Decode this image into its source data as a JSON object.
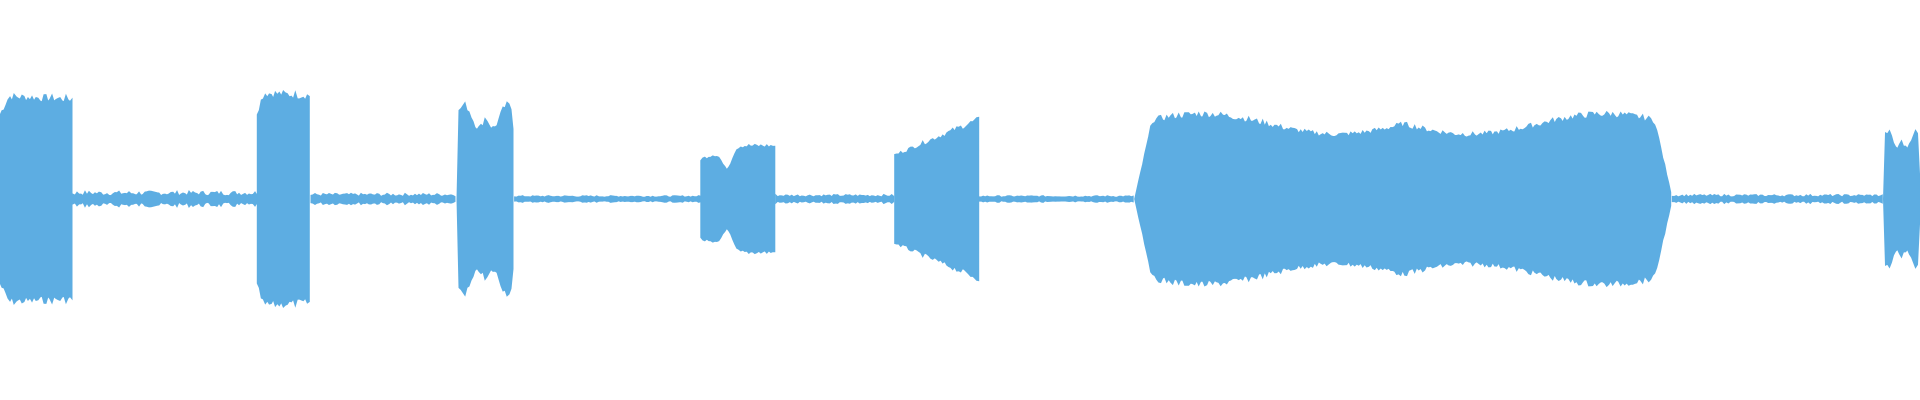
{
  "waveform": {
    "color": "#5dade2",
    "background": "#ffffff",
    "segments": [
      {
        "kind": "burst",
        "start": 0.0,
        "end": 0.038,
        "amp": 0.58,
        "shape": "block"
      },
      {
        "kind": "quiet",
        "start": 0.038,
        "end": 0.134,
        "amp": 0.03
      },
      {
        "kind": "burst",
        "start": 0.134,
        "end": 0.162,
        "amp": 0.6,
        "shape": "block"
      },
      {
        "kind": "quiet",
        "start": 0.162,
        "end": 0.238,
        "amp": 0.02
      },
      {
        "kind": "burst",
        "start": 0.238,
        "end": 0.268,
        "amp": 0.53,
        "shape": "rounded"
      },
      {
        "kind": "quiet",
        "start": 0.268,
        "end": 0.365,
        "amp": 0.01
      },
      {
        "kind": "burst",
        "start": 0.365,
        "end": 0.404,
        "amp": 0.3,
        "shape": "pinch"
      },
      {
        "kind": "quiet",
        "start": 0.404,
        "end": 0.466,
        "amp": 0.015
      },
      {
        "kind": "burst",
        "start": 0.466,
        "end": 0.51,
        "amp": 0.45,
        "shape": "rise"
      },
      {
        "kind": "quiet",
        "start": 0.51,
        "end": 0.591,
        "amp": 0.01
      },
      {
        "kind": "burst",
        "start": 0.591,
        "end": 0.871,
        "amp": 0.48,
        "shape": "rounded"
      },
      {
        "kind": "quiet",
        "start": 0.871,
        "end": 0.981,
        "amp": 0.015
      },
      {
        "kind": "burst",
        "start": 0.981,
        "end": 1.0,
        "amp": 0.38,
        "shape": "rounded"
      }
    ]
  }
}
